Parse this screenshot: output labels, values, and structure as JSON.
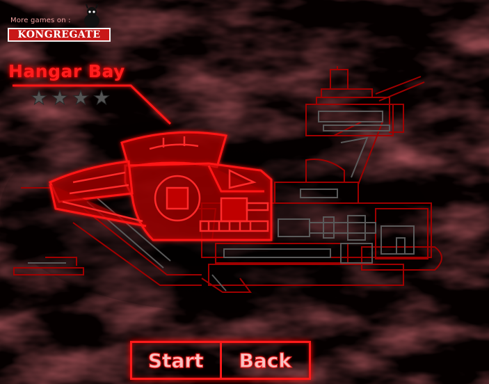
{
  "kongregate": {
    "more_games": "More games on :",
    "brand": "KONGREGATE"
  },
  "screen": {
    "title": "Hangar Bay",
    "stars_total": 4,
    "stars_filled": 0
  },
  "buttons": {
    "start": "Start",
    "back": "Back"
  },
  "colors": {
    "neon_red": "#ff1414",
    "dim_red": "#8a0000",
    "grey_line": "#5a5a5a",
    "star_grey": "#555555"
  }
}
